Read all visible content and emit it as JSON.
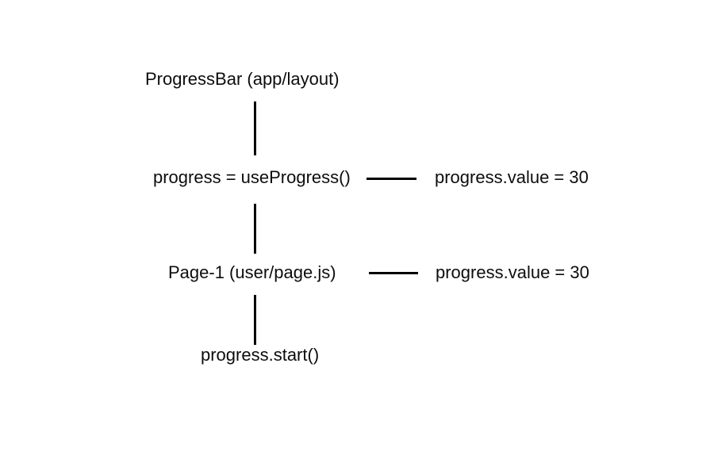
{
  "diagram": {
    "colors": {
      "background": "#ffffff",
      "line": "#000000",
      "text": "#0d0d0d"
    },
    "nodes": {
      "progressbar": {
        "label": "ProgressBar (app/layout)"
      },
      "use_progress": {
        "label": "progress = useProgress()"
      },
      "progress_value_1": {
        "label": "progress.value = 30"
      },
      "page_1": {
        "label": "Page-1 (user/page.js)"
      },
      "progress_value_2": {
        "label": "progress.value = 30"
      },
      "progress_start": {
        "label": "progress.start()"
      }
    },
    "edges": [
      {
        "from": "progressbar",
        "to": "use_progress",
        "orientation": "vertical"
      },
      {
        "from": "use_progress",
        "to": "progress_value_1",
        "orientation": "horizontal"
      },
      {
        "from": "use_progress",
        "to": "page_1",
        "orientation": "vertical"
      },
      {
        "from": "page_1",
        "to": "progress_value_2",
        "orientation": "horizontal"
      },
      {
        "from": "page_1",
        "to": "progress_start",
        "orientation": "vertical"
      }
    ]
  }
}
